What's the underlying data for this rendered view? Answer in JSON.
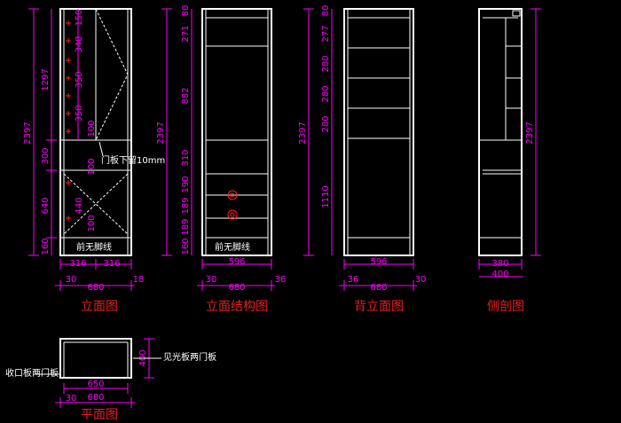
{
  "colors": {
    "background": "#000000",
    "lines": "#ffffff",
    "dimensions": "#ff00ff",
    "titles": "#e8201f",
    "markers": "#ff2020"
  },
  "views": {
    "front": {
      "title": "立面图",
      "overall_height": "2397",
      "heights": [
        "150",
        "348",
        "350",
        "350",
        "1297",
        "300",
        "100",
        "100",
        "640",
        "440",
        "100",
        "160"
      ],
      "widths": [
        "316",
        "316",
        "30",
        "680",
        "18"
      ],
      "note": "门板下留10mm",
      "kick": "前无脚线"
    },
    "structure": {
      "title": "立面结构图",
      "overall_height": "2397",
      "heights": [
        "80",
        "271",
        "882",
        "310",
        "190",
        "189",
        "189",
        "160"
      ],
      "widths": [
        "596",
        "30",
        "680",
        "36"
      ],
      "kick": "前无脚线"
    },
    "back": {
      "title": "背立面图",
      "overall_height": "2397",
      "heights": [
        "80",
        "277",
        "280",
        "280",
        "280",
        "1110"
      ],
      "widths": [
        "596",
        "36",
        "680",
        "30"
      ]
    },
    "side": {
      "title": "侧剖图",
      "overall_height": "2397",
      "widths": [
        "380",
        "400"
      ]
    },
    "plan": {
      "title": "平面图",
      "depth": "400",
      "widths": [
        "650",
        "30",
        "680"
      ],
      "label_right": "见光板两门板",
      "label_left": "收口板两门板"
    }
  }
}
